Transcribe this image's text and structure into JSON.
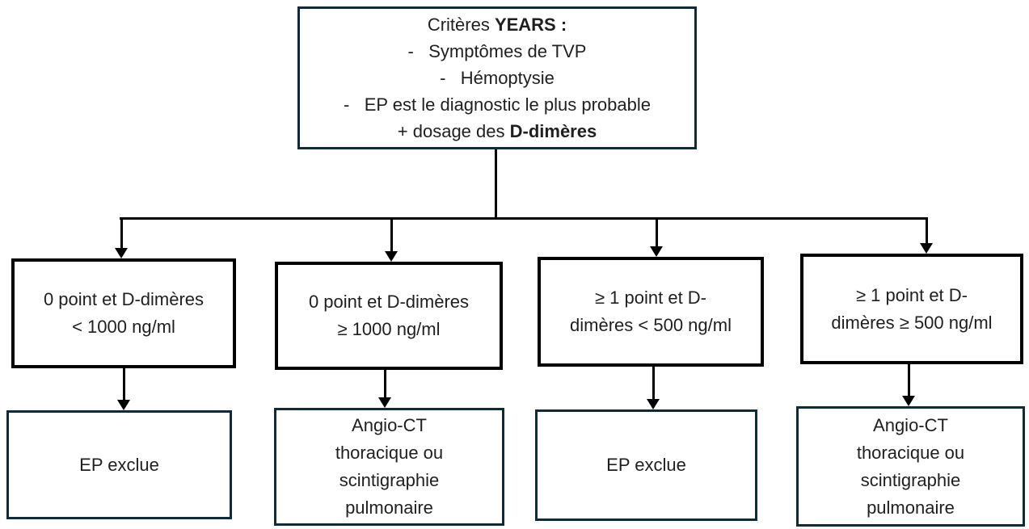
{
  "colors": {
    "primary_border": "#0f2b38",
    "secondary_border": "#000000",
    "connector": "#000000",
    "background": "#ffffff",
    "text": "#1f1f1f"
  },
  "top_box": {
    "title_prefix": "Critères ",
    "title_bold": "YEARS :",
    "items": [
      "-   Symptômes de TVP",
      "-   Hémoptysie",
      "-   EP est le diagnostic le plus probable"
    ],
    "footer_prefix": "+ dosage des ",
    "footer_bold": "D-dimères"
  },
  "branches": [
    {
      "condition": "0 point et D-dimères\n< 1000 ng/ml",
      "outcome": "EP exclue"
    },
    {
      "condition": "0 point et D-dimères\n≥ 1000 ng/ml",
      "outcome": "Angio-CT\nthoracique ou\nscintigraphie\npulmonaire"
    },
    {
      "condition": "≥ 1 point et D-\ndimères < 500 ng/ml",
      "outcome": "EP exclue"
    },
    {
      "condition": "≥ 1 point et D-\ndimères ≥ 500 ng/ml",
      "outcome": "Angio-CT\nthoracique ou\nscintigraphie\npulmonaire"
    }
  ]
}
